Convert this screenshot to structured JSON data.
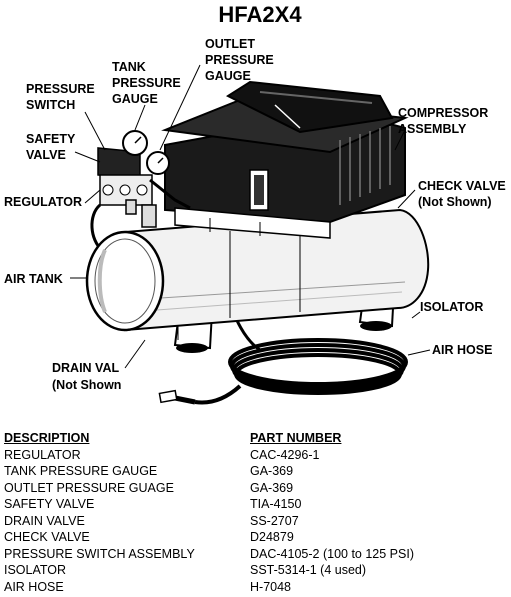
{
  "title": "HFA2X4",
  "callouts": {
    "outlet_pressure_gauge": [
      "OUTLET",
      "PRESSURE",
      "GAUGE"
    ],
    "tank_pressure_gauge": [
      "TANK",
      "PRESSURE",
      "GAUGE"
    ],
    "pressure_switch": [
      "PRESSURE",
      "SWITCH"
    ],
    "safety_valve": [
      "SAFETY",
      "VALVE"
    ],
    "regulator": [
      "REGULATOR"
    ],
    "compressor_assembly": [
      "COMPRESSOR",
      "ASSEMBLY"
    ],
    "check_valve": [
      "CHECK VALVE",
      "(Not Shown)"
    ],
    "air_tank": [
      "AIR TANK"
    ],
    "isolator": [
      "ISOLATOR"
    ],
    "air_hose": [
      "AIR HOSE"
    ],
    "drain_valve": [
      "DRAIN VAL",
      "(Not Shown"
    ]
  },
  "table": {
    "headers": [
      "DESCRIPTION",
      "PART NUMBER"
    ],
    "rows": [
      [
        "REGULATOR",
        "CAC-4296-1"
      ],
      [
        "TANK PRESSURE GAUGE",
        "GA-369"
      ],
      [
        "OUTLET PRESSURE GUAGE",
        "GA-369"
      ],
      [
        "SAFETY VALVE",
        "TIA-4150"
      ],
      [
        "DRAIN VALVE",
        "SS-2707"
      ],
      [
        "CHECK  VALVE",
        "D24879"
      ],
      [
        "PRESSURE  SWITCH ASSEMBLY",
        "DAC-4105-2  (100 to 125 PSI)"
      ],
      [
        "ISOLATOR",
        "SST-5314-1 (4 used)"
      ],
      [
        "AIR HOSE",
        "H-7048"
      ]
    ]
  }
}
